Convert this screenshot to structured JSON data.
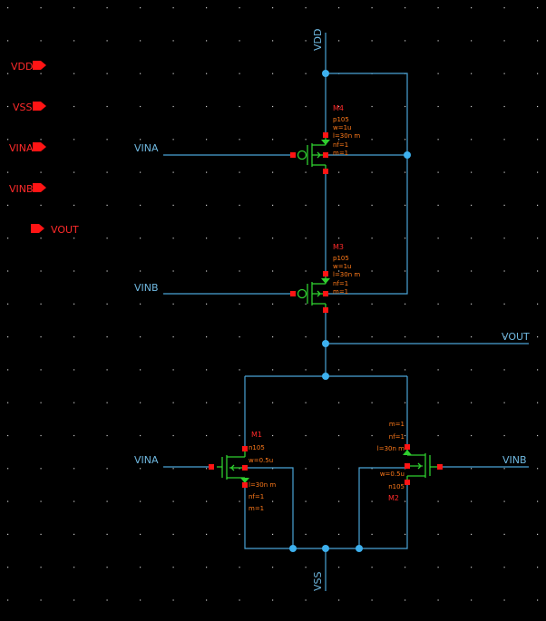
{
  "colors": {
    "background": "#000000",
    "wire": "#4aa3d6",
    "junction": "#3db0ee",
    "pin": "#ff1414",
    "label": "#ff2a2a",
    "net_label": "#6fb8e0",
    "device": "#2fcf2f",
    "param": "#ff7a1a",
    "arrow": "#ff1414",
    "grid_dot": "#c9c9c9"
  },
  "pins": {
    "vdd": "VDD",
    "vss": "VSS",
    "vina": "VINA",
    "vinb": "VINB",
    "vout": "VOUT"
  },
  "nets": {
    "vdd": "VDD",
    "vss": "VSS",
    "vina_top": "VINA",
    "vinb_mid": "VINB",
    "vout": "VOUT",
    "vina_bottom": "VINA",
    "vinb_bottom": "VINB"
  },
  "devices": {
    "m4": {
      "name": "M4",
      "model": "p105",
      "w": "w=1u",
      "l": "l=30n m",
      "nf": "nf=1",
      "m": "m=1"
    },
    "m3": {
      "name": "M3",
      "model": "p105",
      "w": "w=1u",
      "l": "l=30n m",
      "nf": "nf=1",
      "m": "m=1"
    },
    "m1": {
      "name": "M1",
      "model": "n105",
      "w": "w=0.5u",
      "l": "l=30n m",
      "nf": "nf=1",
      "m": "m=1"
    },
    "m2": {
      "name": "M2",
      "model": "n105",
      "w": "w=0.5u",
      "l": "l=30n m",
      "nf": "nf=1",
      "m": "m=1"
    }
  }
}
